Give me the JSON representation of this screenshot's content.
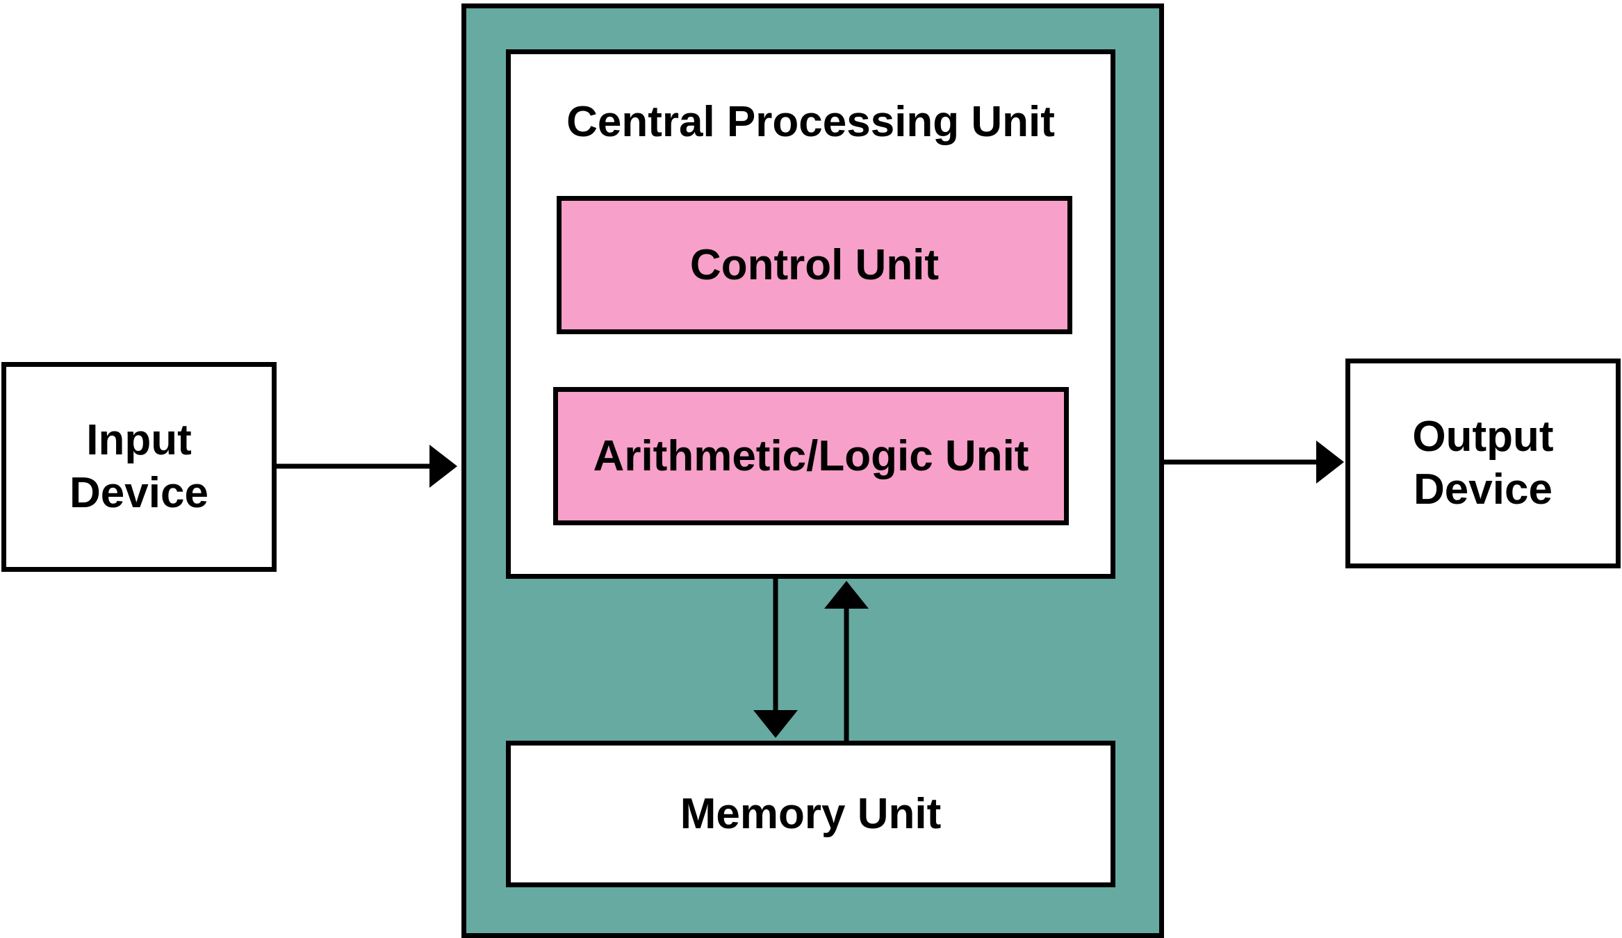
{
  "diagram": {
    "cpu": {
      "title": "Central Processing Unit",
      "color": "#67aaa2"
    },
    "control_unit": {
      "label": "Control Unit",
      "color": "#f7a0c9"
    },
    "alu": {
      "label": "Arithmetic/Logic Unit",
      "color": "#f7a0c9"
    },
    "memory_unit": {
      "label": "Memory Unit"
    },
    "input_device": {
      "line1": "Input",
      "line2": "Device"
    },
    "output_device": {
      "line1": "Output",
      "line2": "Device"
    },
    "arrows": [
      {
        "from": "input_device",
        "to": "cpu"
      },
      {
        "from": "cpu",
        "to": "output_device"
      },
      {
        "from": "cpu",
        "to": "memory_unit"
      },
      {
        "from": "memory_unit",
        "to": "cpu"
      }
    ]
  }
}
